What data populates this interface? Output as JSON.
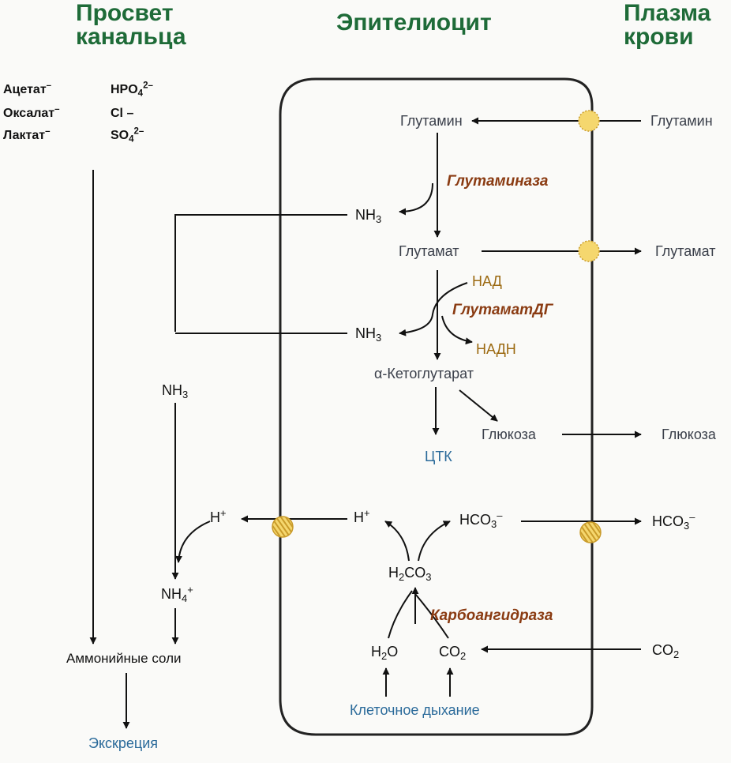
{
  "headers": {
    "lumen_1": "Просвет",
    "lumen_2": "канальца",
    "cell": "Эпителиоцит",
    "plasma_1": "Плазма",
    "plasma_2": "крови"
  },
  "lumen_anions": {
    "acetate": "Ацетат",
    "oxalate": "Оксалат",
    "lactate": "Лактат",
    "phosphate": "HPO",
    "phosphate_sub": "4",
    "phosphate_charge": "2–",
    "chloride": "Cl –",
    "sulfate": "SO",
    "sulfate_sub": "4",
    "sulfate_charge": "2–"
  },
  "metabolites": {
    "glutamine_cell": "Глутамин",
    "glutamine_plasma": "Глутамин",
    "glutamate_cell": "Глутамат",
    "glutamate_plasma": "Глутамат",
    "nh3": "NH",
    "nh3_sub": "3",
    "alpha_kg": "α-Кетоглутарат",
    "tca": "ЦТК",
    "glucose_cell": "Глюкоза",
    "glucose_plasma": "Глюкоза",
    "h": "H",
    "h_charge": "+",
    "hco3": "HCO",
    "hco3_sub": "3",
    "hco3_charge": "–",
    "h2co3_a": "H",
    "h2co3_b": "CO",
    "h2co3_sub1": "2",
    "h2co3_sub2": "3",
    "h2o": "H",
    "h2o_sub": "2",
    "h2o_o": "O",
    "co2": "CO",
    "co2_sub": "2",
    "nh4": "NH",
    "nh4_sub": "4",
    "nh4_charge": "+",
    "ammonium_salts": "Аммонийные соли",
    "excretion": "Экскреция",
    "cell_respiration": "Клеточное дыхание"
  },
  "enzymes": {
    "glutaminase": "Глутаминаза",
    "glutamate_dh": "ГлутаматДГ",
    "carbonic_anhydrase": "Карбоангидраза"
  },
  "cofactors": {
    "nad": "НАД",
    "nadh": "НАДН"
  },
  "colors": {
    "header": "#1e6b38",
    "enzyme": "#8a3b12",
    "cofactor": "#9c6a12",
    "blue_text": "#2a6a9a",
    "transporter": "#f5d76e"
  }
}
